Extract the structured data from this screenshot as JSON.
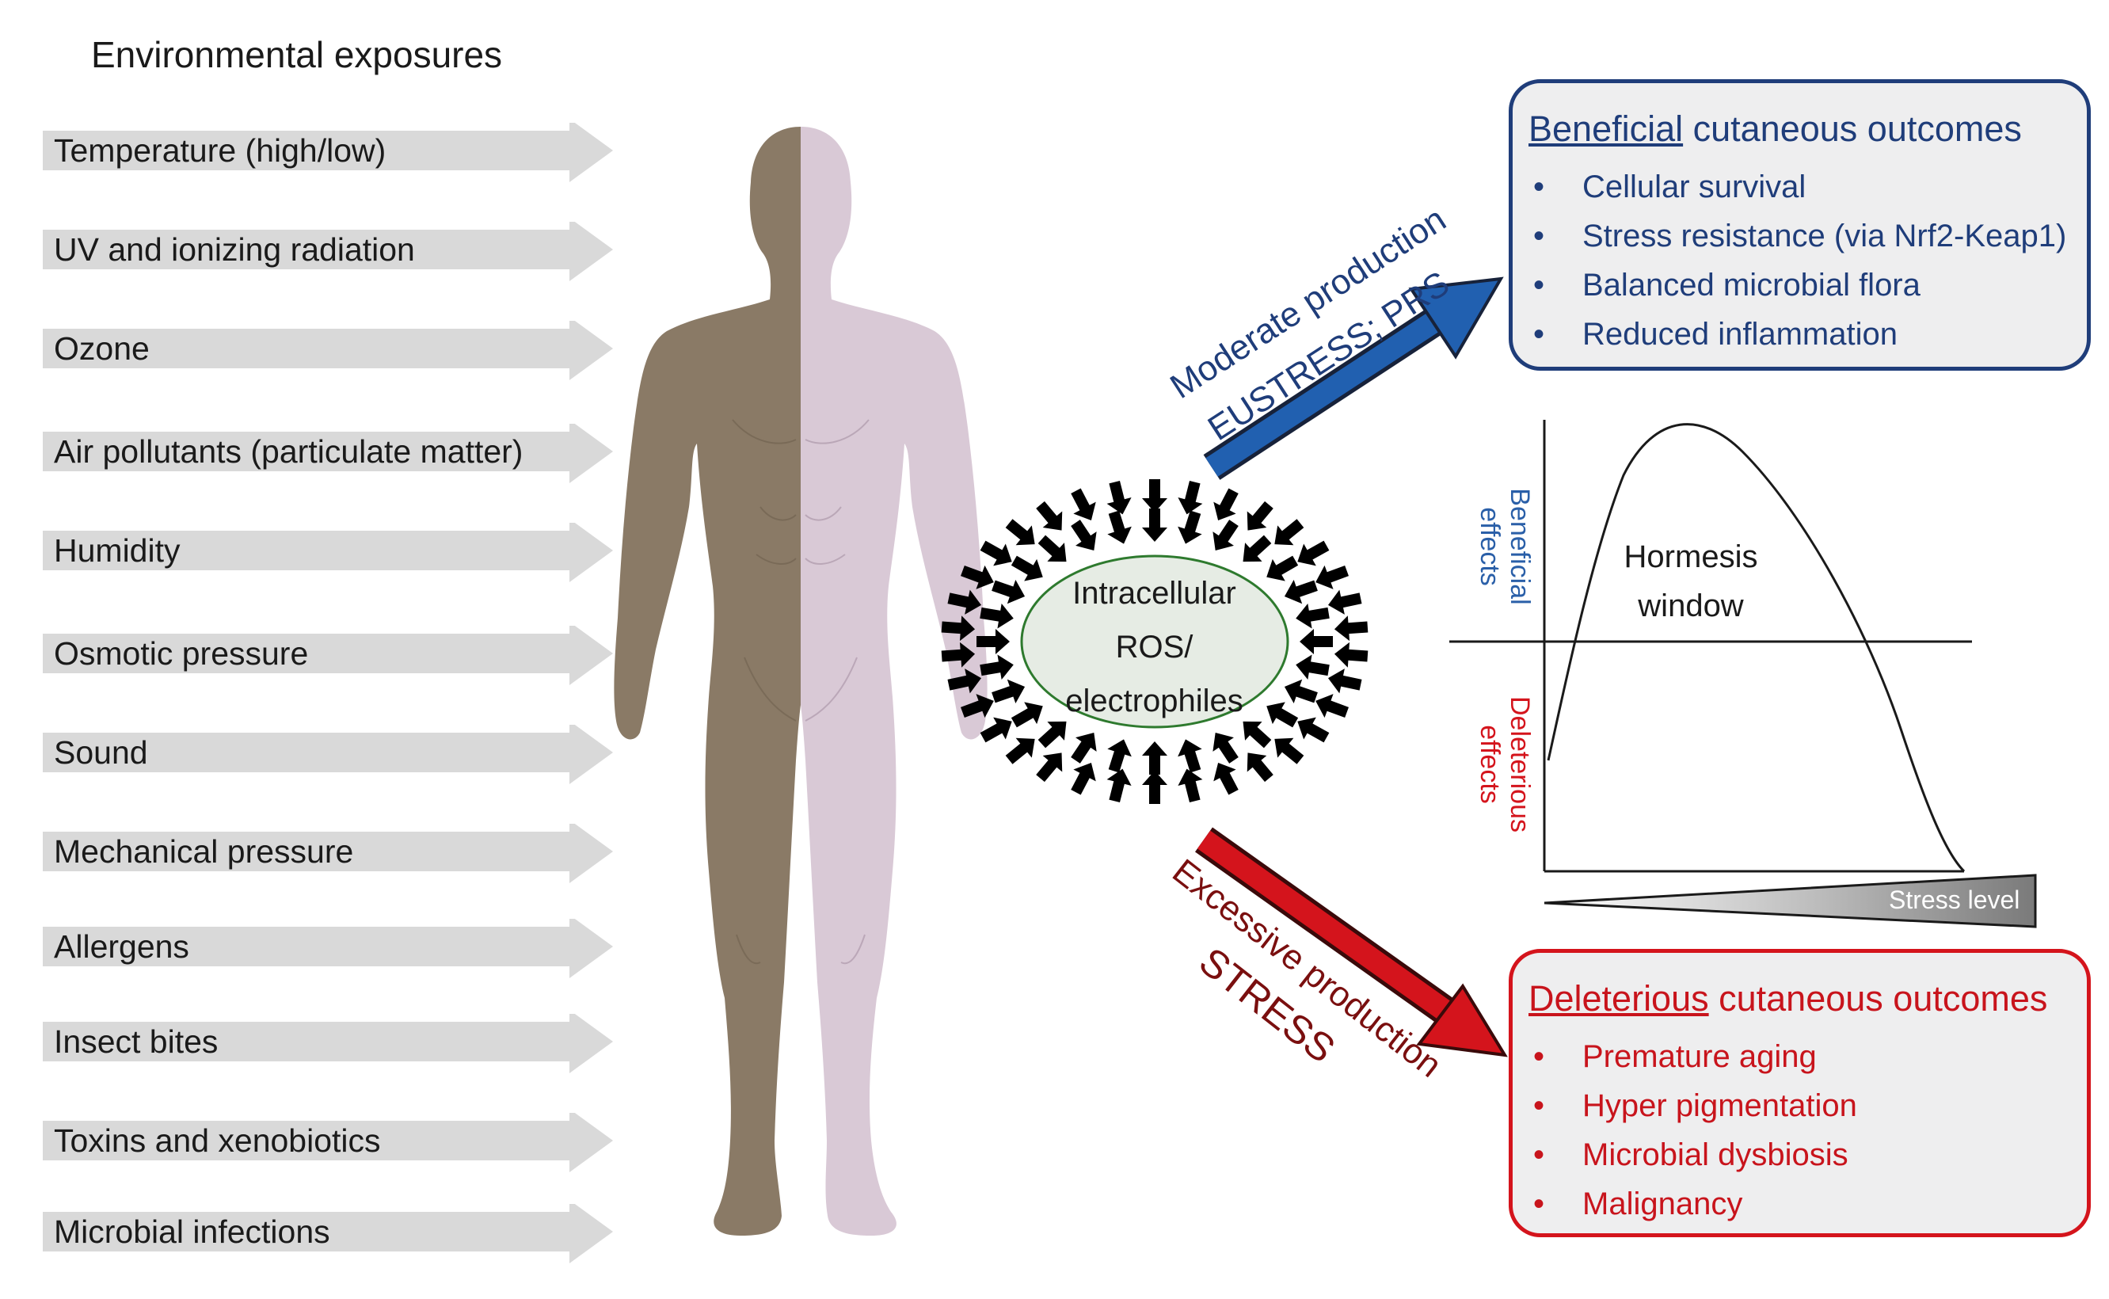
{
  "exposures_title": "Environmental exposures",
  "exposures": [
    "Temperature (high/low)",
    "UV and ionizing radiation",
    "Ozone",
    "Air pollutants (particulate matter)",
    "Humidity",
    "Osmotic pressure",
    "Sound",
    "Mechanical pressure",
    "Allergens",
    "Insect bites",
    "Toxins and xenobiotics",
    "Microbial infections"
  ],
  "center": {
    "line1": "Intracellular",
    "line2": "ROS/",
    "line3": "electrophiles"
  },
  "moderate": {
    "line1": "Moderate production",
    "line2": "EUSTRESS; PRS"
  },
  "excessive": {
    "line1": "Excessive production",
    "line2": "STRESS"
  },
  "beneficial_box": {
    "head_underlined": "Beneficial",
    "head_rest": " cutaneous outcomes",
    "bullet": "•",
    "items": [
      "Cellular survival",
      "Stress resistance (via Nrf2-Keap1)",
      "Balanced microbial flora",
      "Reduced inflammation"
    ]
  },
  "deleterious_box": {
    "head_underlined": "Deleterious",
    "head_rest": " cutaneous outcomes",
    "bullet": "•",
    "items": [
      "Premature aging",
      "Hyper pigmentation",
      "Microbial dysbiosis",
      "Malignancy"
    ]
  },
  "hormesis": {
    "beneficial_axis_line1": "Beneficial",
    "beneficial_axis_line2": "effects",
    "deleterious_axis_line1": "Deleterious",
    "deleterious_axis_line2": "effects",
    "window_line1": "Hormesis",
    "window_line2": "window",
    "stress_label": "Stress level"
  },
  "colors": {
    "blue": "#1f3d7a",
    "red": "#d4141c",
    "dark_red": "#7a0f0f",
    "exposure_arrow": "#d9d9d9",
    "body_dark": "#8a7a66",
    "body_light": "#d9c9d6"
  }
}
